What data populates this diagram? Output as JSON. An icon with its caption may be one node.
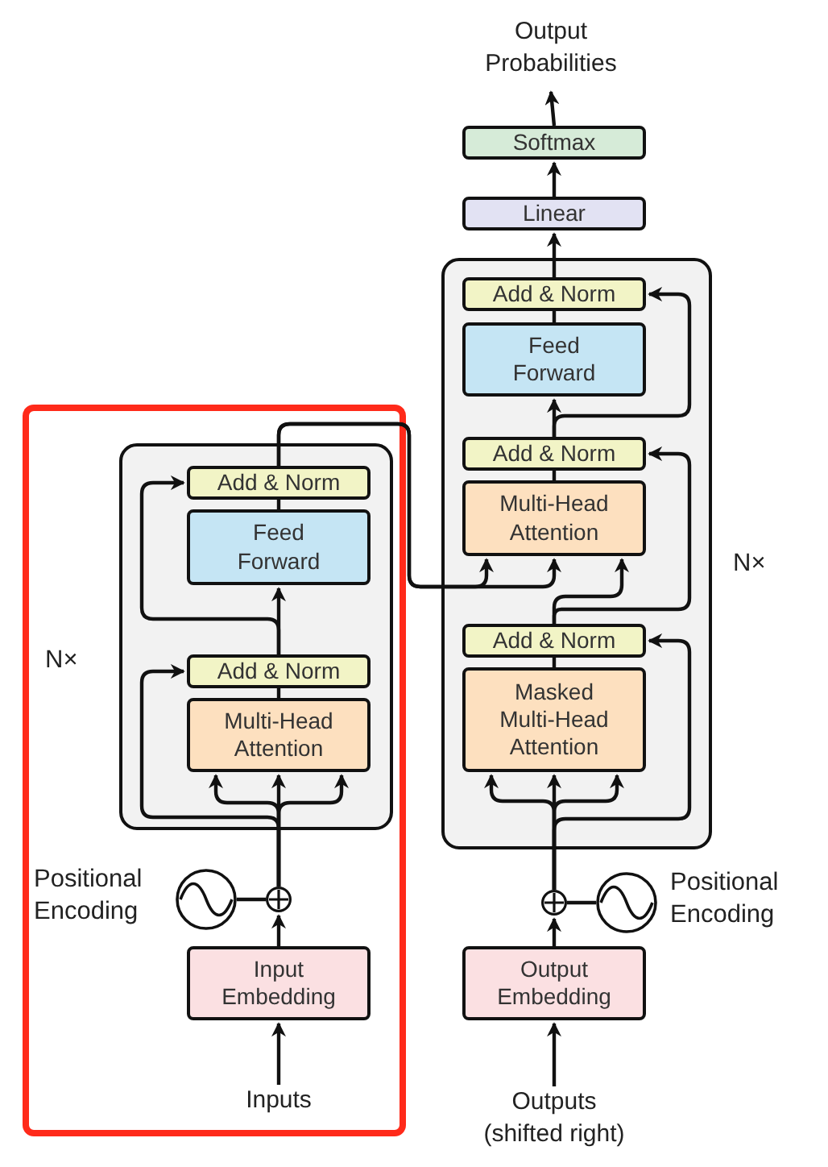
{
  "diagram": {
    "nodes": [
      {
        "text": [],
        "shape": "box"
      },
      {
        "text": [],
        "shape": "box",
        "in": 0,
        "beside": [
          "N×"
        ]
      },
      {
        "text": [
          "Add & Norm"
        ],
        "in": 1
      },
      {
        "text": [
          "Feed Forward"
        ],
        "in": 1
      },
      {
        "text": [
          "Add & Norm"
        ],
        "in": 1
      },
      {
        "text": [
          "Multi-Head Attention"
        ],
        "in": 1
      },
      {
        "text": [],
        "shape": "circle",
        "in": 0,
        "beside": [
          "Positional Encoding"
        ]
      },
      {
        "text": [],
        "shape": "circle",
        "in": 0
      },
      {
        "text": [
          "Input Embedding"
        ],
        "in": 0
      },
      {
        "text": [
          "Inputs"
        ],
        "in": 0
      },
      {
        "text": [],
        "shape": "box",
        "beside": [
          "N×"
        ]
      },
      {
        "text": [
          "Add & Norm"
        ],
        "in": 10
      },
      {
        "text": [
          "Feed Forward"
        ],
        "in": 10
      },
      {
        "text": [
          "Add & Norm"
        ],
        "in": 10
      },
      {
        "text": [
          "Multi-Head Attention"
        ],
        "in": 10
      },
      {
        "text": [
          "Add & Norm"
        ],
        "in": 10
      },
      {
        "text": [
          "Masked Multi-Head Attention"
        ],
        "in": 10
      },
      {
        "text": [],
        "shape": "circle"
      },
      {
        "text": [],
        "shape": "circle",
        "beside": [
          "Positional Encoding"
        ]
      },
      {
        "text": [
          "Output Embedding"
        ]
      },
      {
        "text": [
          "Outputs (shifted right)"
        ]
      },
      {
        "text": [
          "Linear"
        ]
      },
      {
        "text": [
          "Softmax"
        ]
      },
      {
        "text": [
          "Output Probabilities"
        ]
      }
    ],
    "edges": [
      {
        "from": 9,
        "to": 8,
        "arrow": "to"
      },
      {
        "from": 8,
        "to": 7,
        "arrow": "to"
      },
      {
        "from": 6,
        "to": 7,
        "arrow": "none"
      },
      {
        "from": 7,
        "to": 5,
        "arrow": "to"
      },
      {
        "from": 7,
        "to": 5,
        "arrow": "to"
      },
      {
        "from": 7,
        "to": 5,
        "arrow": "to"
      },
      {
        "from": 7,
        "to": 4,
        "arrow": "to"
      },
      {
        "from": 5,
        "to": 4,
        "arrow": "none"
      },
      {
        "from": 4,
        "to": 3,
        "arrow": "to"
      },
      {
        "from": 4,
        "to": 2,
        "arrow": "to"
      },
      {
        "from": 3,
        "to": 2,
        "arrow": "none"
      },
      {
        "from": 2,
        "to": 14,
        "arrow": "to"
      },
      {
        "from": 2,
        "to": 14,
        "arrow": "to"
      },
      {
        "from": 20,
        "to": 19,
        "arrow": "to"
      },
      {
        "from": 19,
        "to": 17,
        "arrow": "to"
      },
      {
        "from": 18,
        "to": 17,
        "arrow": "none"
      },
      {
        "from": 17,
        "to": 16,
        "arrow": "to"
      },
      {
        "from": 17,
        "to": 16,
        "arrow": "to"
      },
      {
        "from": 17,
        "to": 16,
        "arrow": "to"
      },
      {
        "from": 17,
        "to": 15,
        "arrow": "to"
      },
      {
        "from": 16,
        "to": 15,
        "arrow": "none"
      },
      {
        "from": 15,
        "to": 14,
        "arrow": "to"
      },
      {
        "from": 15,
        "to": 13,
        "arrow": "to"
      },
      {
        "from": 14,
        "to": 13,
        "arrow": "none"
      },
      {
        "from": 13,
        "to": 12,
        "arrow": "to"
      },
      {
        "from": 13,
        "to": 11,
        "arrow": "to"
      },
      {
        "from": 12,
        "to": 11,
        "arrow": "none"
      },
      {
        "from": 11,
        "to": 21,
        "arrow": "to"
      },
      {
        "from": 21,
        "to": 22,
        "arrow": "to"
      },
      {
        "from": 22,
        "to": 23,
        "arrow": "to"
      }
    ]
  }
}
